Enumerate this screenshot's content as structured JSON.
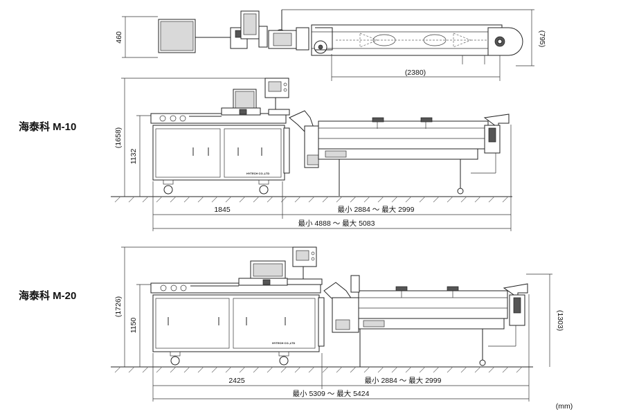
{
  "models": {
    "m10": {
      "label": "海泰科 M-10"
    },
    "m20": {
      "label": "海泰科 M-20"
    }
  },
  "top_view": {
    "height_dim": "460",
    "depth_dim": "(795)",
    "conveyor_length_dim": "(2380)"
  },
  "m10_view": {
    "total_height_dim": "(1658)",
    "table_height_dim": "1132",
    "main_length_dim": "1845",
    "conveyor_length_dim": "最小 2884 ～ 最大 2999",
    "total_length_dim": "最小 4888 ～ 最大 5083",
    "brand_mark": "HYTECH CO.,LTD"
  },
  "m20_view": {
    "total_height_dim": "(1726)",
    "table_height_dim": "1150",
    "conveyor_height_dim": "(1303)",
    "main_length_dim": "2425",
    "conveyor_length_dim": "最小 2884 ～ 最大 2999",
    "total_length_dim": "最小 5309 ～ 最大 5424",
    "brand_mark": "HYTECH CO.,LTD"
  },
  "unit": "(mm)"
}
